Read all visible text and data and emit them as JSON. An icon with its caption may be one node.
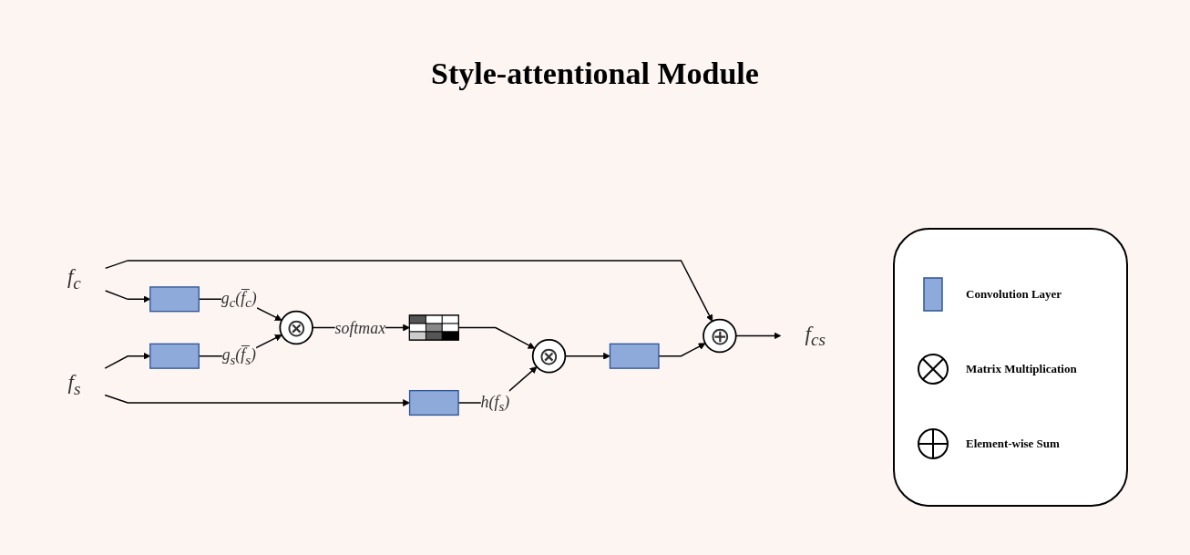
{
  "diagram": {
    "title": "Style-attentional Module",
    "nodes": [
      {
        "text": [
          "f$_{c}$"
        ]
      },
      {
        "text": [
          "f$_{s}$"
        ]
      },
      {
        "text": [],
        "shape": "box"
      },
      {
        "text": [],
        "shape": "box"
      },
      {
        "text": [],
        "shape": "box"
      },
      {
        "text": [
          "⊗"
        ]
      },
      {
        "text": [],
        "shape": "picture"
      },
      {
        "text": [
          "⊗"
        ]
      },
      {
        "text": [],
        "shape": "box"
      },
      {
        "text": [
          "⊕"
        ]
      },
      {
        "text": [
          "f$_{cs}$"
        ]
      }
    ],
    "edges": [
      {
        "from": 0,
        "to": 2,
        "arrow": "to"
      },
      {
        "from": 0,
        "to": 9,
        "arrow": "to"
      },
      {
        "from": 1,
        "to": 3,
        "arrow": "to"
      },
      {
        "from": 1,
        "to": 4,
        "arrow": "to"
      },
      {
        "from": 2,
        "to": 5,
        "arrow": "to",
        "label": "g$_{c}$(f̅$_{c}$)"
      },
      {
        "from": 3,
        "to": 5,
        "arrow": "to",
        "label": "g$_{s}$(f̅$_{s}$)"
      },
      {
        "from": 5,
        "to": 6,
        "arrow": "to",
        "label": "softmax"
      },
      {
        "from": 6,
        "to": 7,
        "arrow": "to"
      },
      {
        "from": 4,
        "to": 7,
        "arrow": "to",
        "label": "h(f$_{s}$)"
      },
      {
        "from": 7,
        "to": 8,
        "arrow": "to"
      },
      {
        "from": 8,
        "to": 9,
        "arrow": "to"
      },
      {
        "from": 9,
        "to": 10,
        "arrow": "to"
      }
    ],
    "legend": [
      {
        "text": "Convolution Layer"
      },
      {
        "text": "Matrix Multiplication"
      },
      {
        "text": "Element-wise Sum"
      }
    ]
  }
}
